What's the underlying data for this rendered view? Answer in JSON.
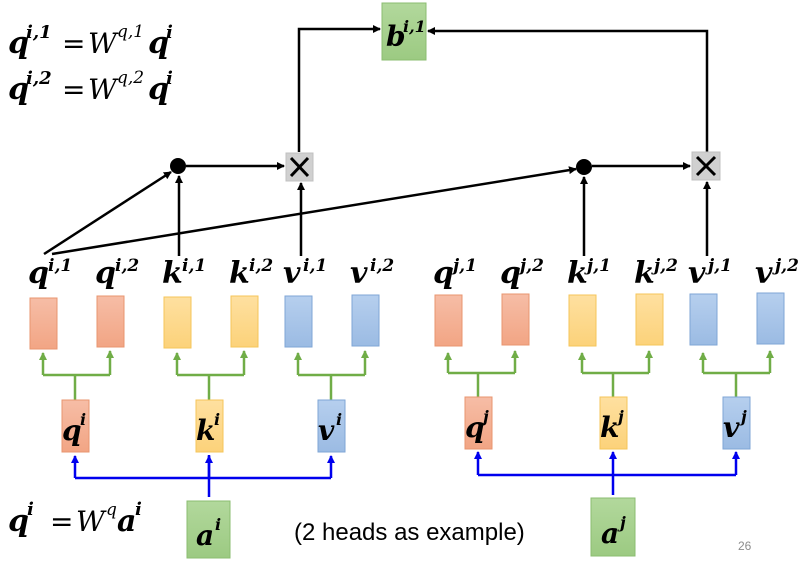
{
  "slide": {
    "page_number": "26",
    "caption": "(2 heads as example)"
  },
  "colors": {
    "q_fill": "#f4b39a",
    "q_stroke": "#e8956f",
    "k_fill": "#fdd98a",
    "k_stroke": "#f5c55a",
    "v_fill": "#a9c5e8",
    "v_stroke": "#7fa6d6",
    "a_fill": "#a6d08e",
    "a_stroke": "#8bbd70",
    "op_fill": "#d0d0d0",
    "green_line": "#70ad47",
    "blue_line": "#0000ee",
    "black": "#000000"
  },
  "equations": {
    "eq1": {
      "lhs": "q",
      "lhs_sup": "i,1",
      "w_sup": "q,1",
      "rhs": "q",
      "rhs_sup": "i"
    },
    "eq2": {
      "lhs": "q",
      "lhs_sup": "i,2",
      "w_sup": "q,2",
      "rhs": "q",
      "rhs_sup": "i"
    },
    "eq3": {
      "lhs": "q",
      "lhs_sup": "i",
      "w_sup": "q",
      "rhs": "a",
      "rhs_sup": "i"
    },
    "equals": "=",
    "w": "W"
  },
  "output": {
    "base": "b",
    "sup": "i,1"
  },
  "inputs": [
    {
      "base": "a",
      "sup": "i"
    },
    {
      "base": "a",
      "sup": "j"
    }
  ],
  "projections": [
    {
      "base": "q",
      "sup": "i"
    },
    {
      "base": "k",
      "sup": "i"
    },
    {
      "base": "v",
      "sup": "i"
    },
    {
      "base": "q",
      "sup": "j"
    },
    {
      "base": "k",
      "sup": "j"
    },
    {
      "base": "v",
      "sup": "j"
    }
  ],
  "heads": [
    {
      "base": "q",
      "sup": "i,1"
    },
    {
      "base": "q",
      "sup": "i,2"
    },
    {
      "base": "k",
      "sup": "i,1"
    },
    {
      "base": "k",
      "sup": "i,2"
    },
    {
      "base": "v",
      "sup": "i,1"
    },
    {
      "base": "v",
      "sup": "i,2"
    },
    {
      "base": "q",
      "sup": "j,1"
    },
    {
      "base": "q",
      "sup": "j,2"
    },
    {
      "base": "k",
      "sup": "j,1"
    },
    {
      "base": "k",
      "sup": "j,2"
    },
    {
      "base": "v",
      "sup": "j,1"
    },
    {
      "base": "v",
      "sup": "j,2"
    }
  ],
  "operators": {
    "dot": "dot-product",
    "multiply": "×"
  }
}
